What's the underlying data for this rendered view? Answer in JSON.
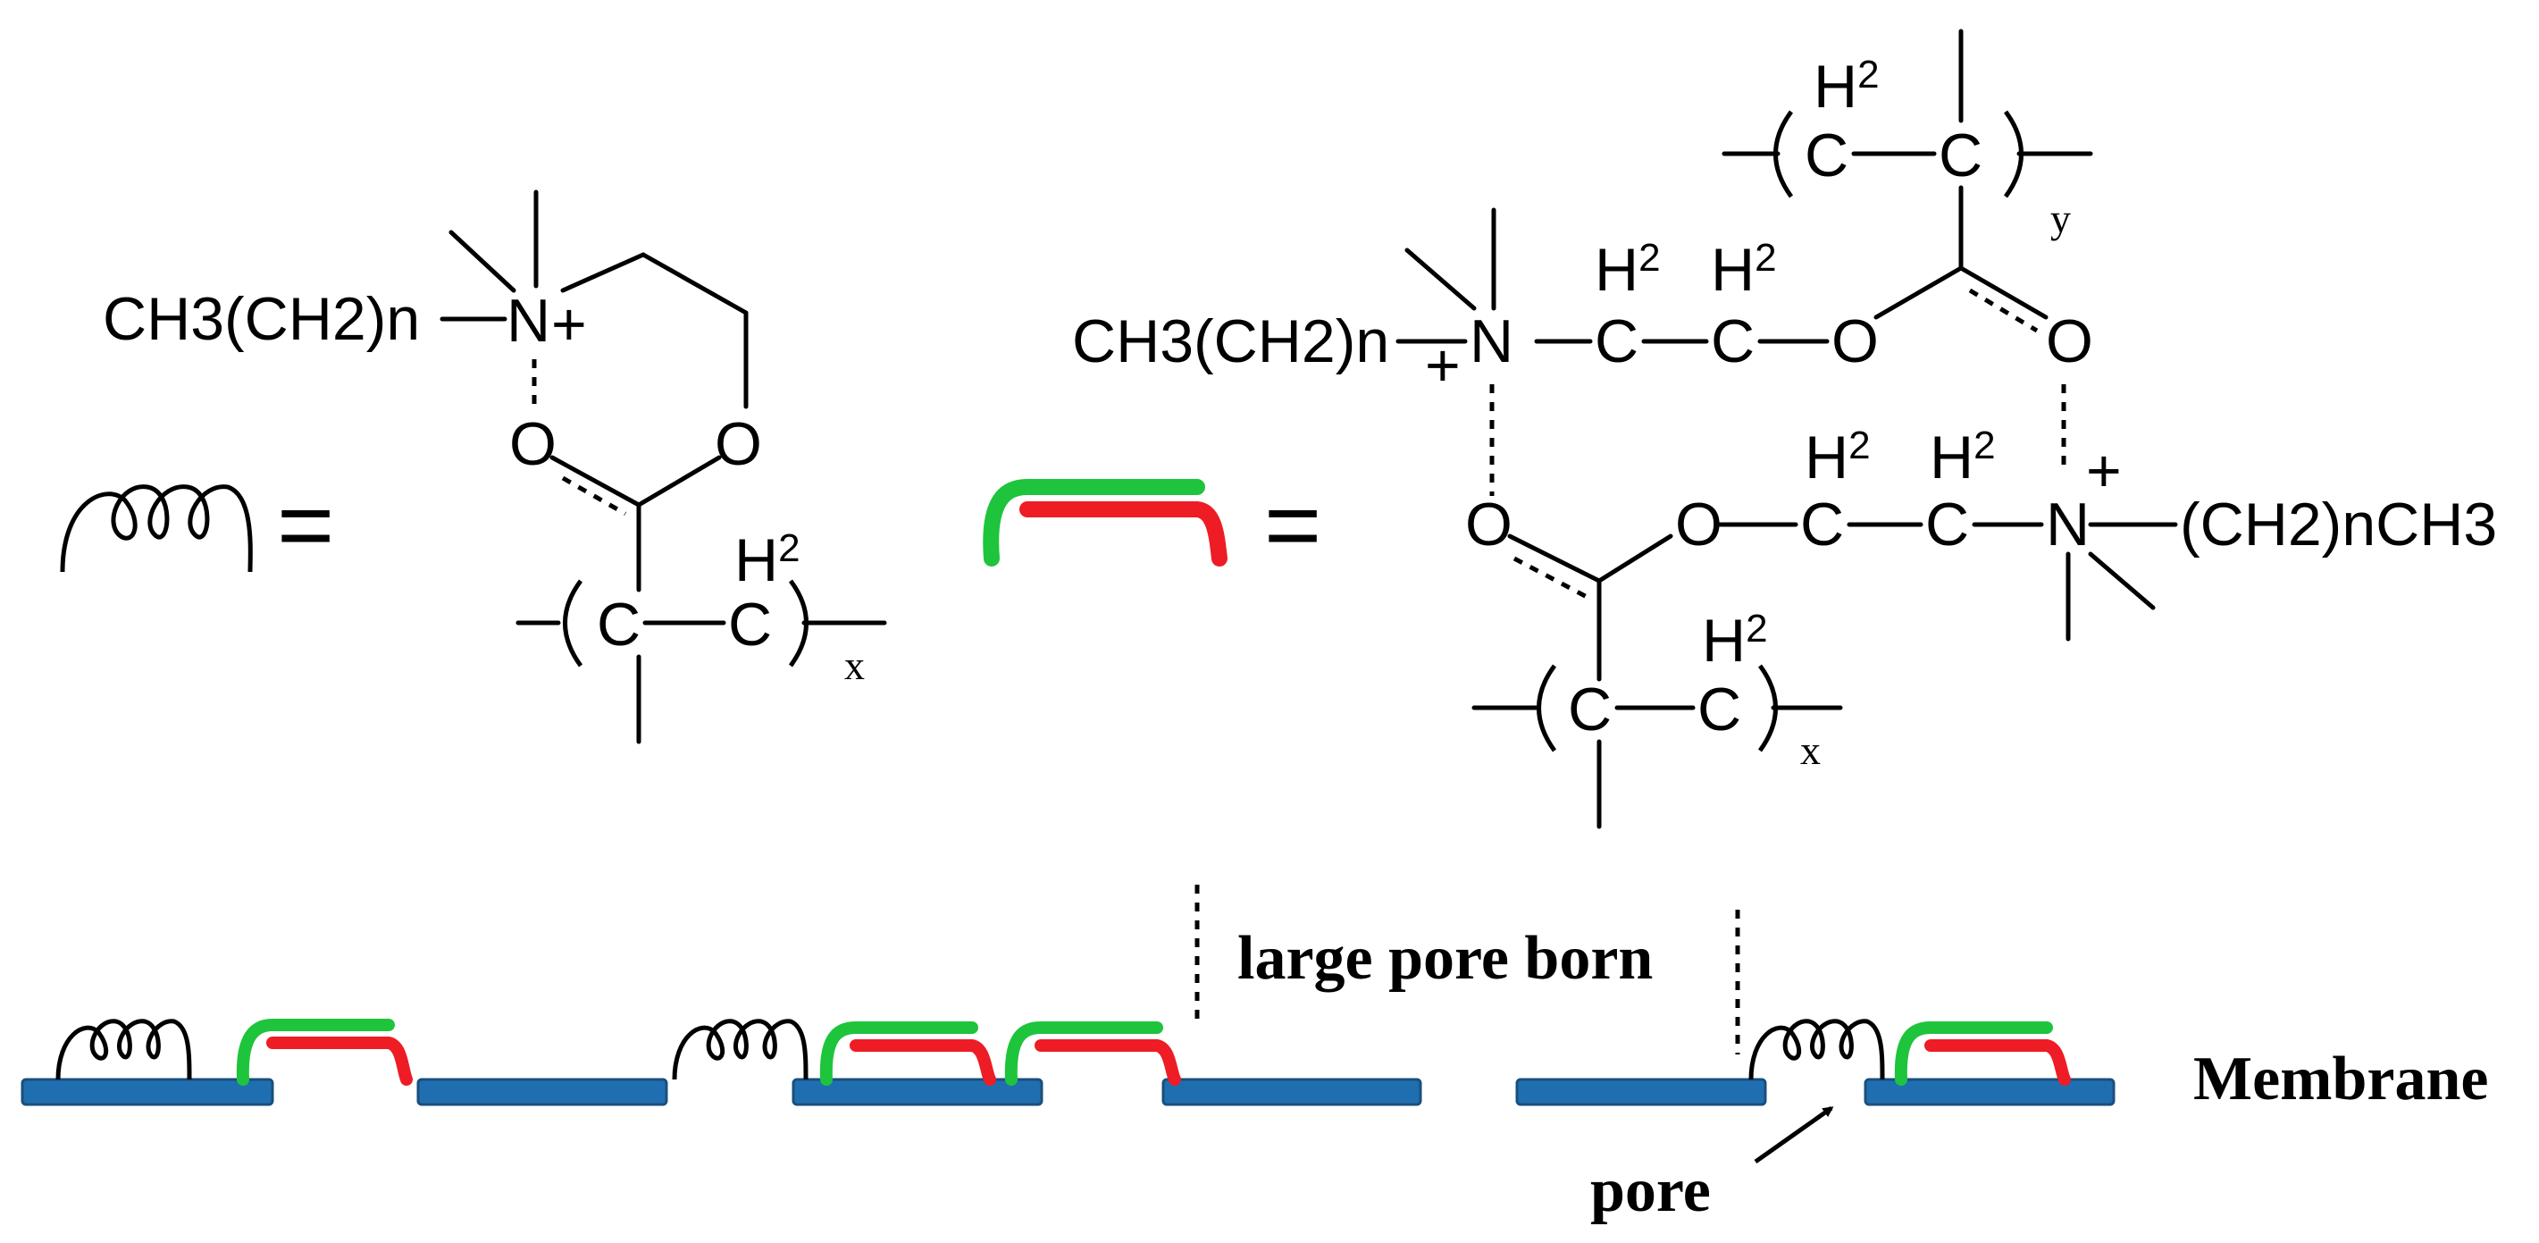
{
  "colors": {
    "green": "#1ec43c",
    "red": "#ee1c24",
    "membrane": "#1f6fb0",
    "ink": "#000000"
  },
  "legend": {
    "equals": "="
  },
  "left_structure": {
    "alkyl": "CH3(CH2)n",
    "nitrogen": "N",
    "charge": "+",
    "carbonyl_o": "O",
    "ester_o": "O",
    "backbone_c1": "C",
    "backbone_c2": "C",
    "h2": "H2",
    "repeat": "x"
  },
  "right_structure": {
    "alkyl_left": "CH3(CH2)n",
    "alkyl_right": "(CH2)nCH3",
    "nitrogen": "N",
    "charge": "+",
    "c": "C",
    "o": "O",
    "h2": "H2",
    "repeat_x": "x",
    "repeat_y": "y"
  },
  "labels": {
    "large_pore": "large pore born",
    "membrane": "Membrane",
    "pore": "pore"
  }
}
